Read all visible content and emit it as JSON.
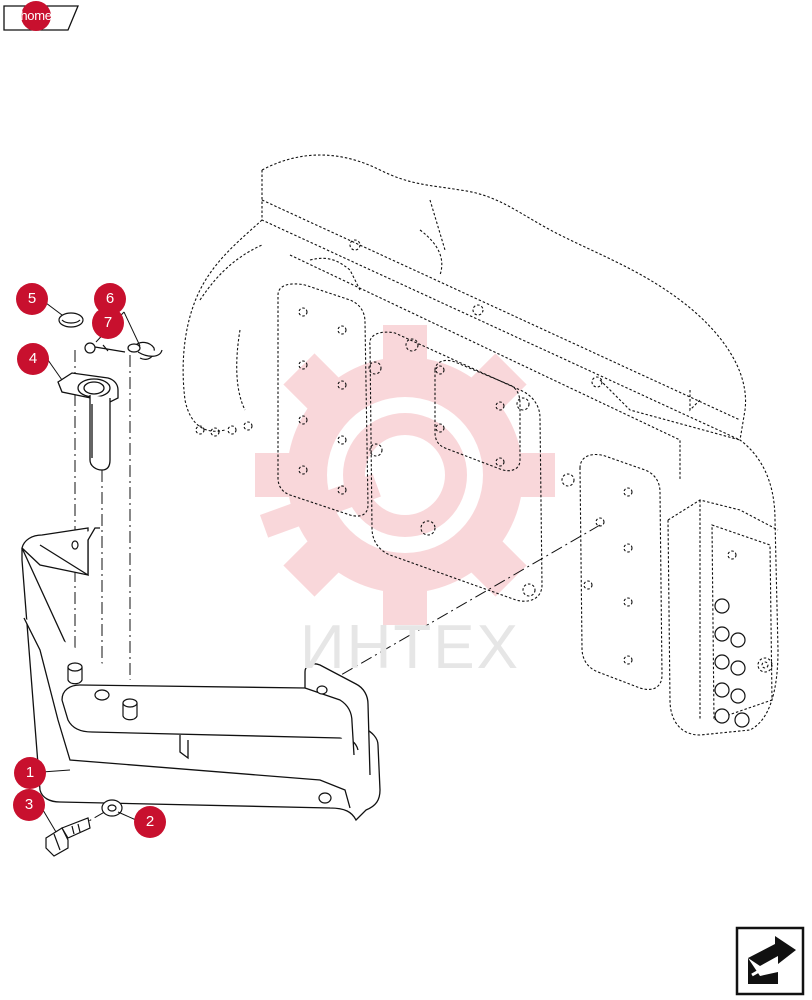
{
  "home": {
    "label": "home"
  },
  "watermark": {
    "text": "ИНТЕХ"
  },
  "callouts": [
    {
      "number": "1",
      "part": "bracket"
    },
    {
      "number": "2",
      "part": "washer"
    },
    {
      "number": "3",
      "part": "bolt"
    },
    {
      "number": "4",
      "part": "pin"
    },
    {
      "number": "5",
      "part": "retaining-ring"
    },
    {
      "number": "6",
      "part": "linch-pin"
    },
    {
      "number": "7",
      "part": "cotter"
    }
  ],
  "colors": {
    "accent": "#c8102e",
    "watermark_logo": "#f5b8bd",
    "watermark_text": "#e6e6e6",
    "line": "#111111"
  },
  "icons": {
    "home": "home-tab-icon",
    "next": "next-page-arrow-icon"
  }
}
